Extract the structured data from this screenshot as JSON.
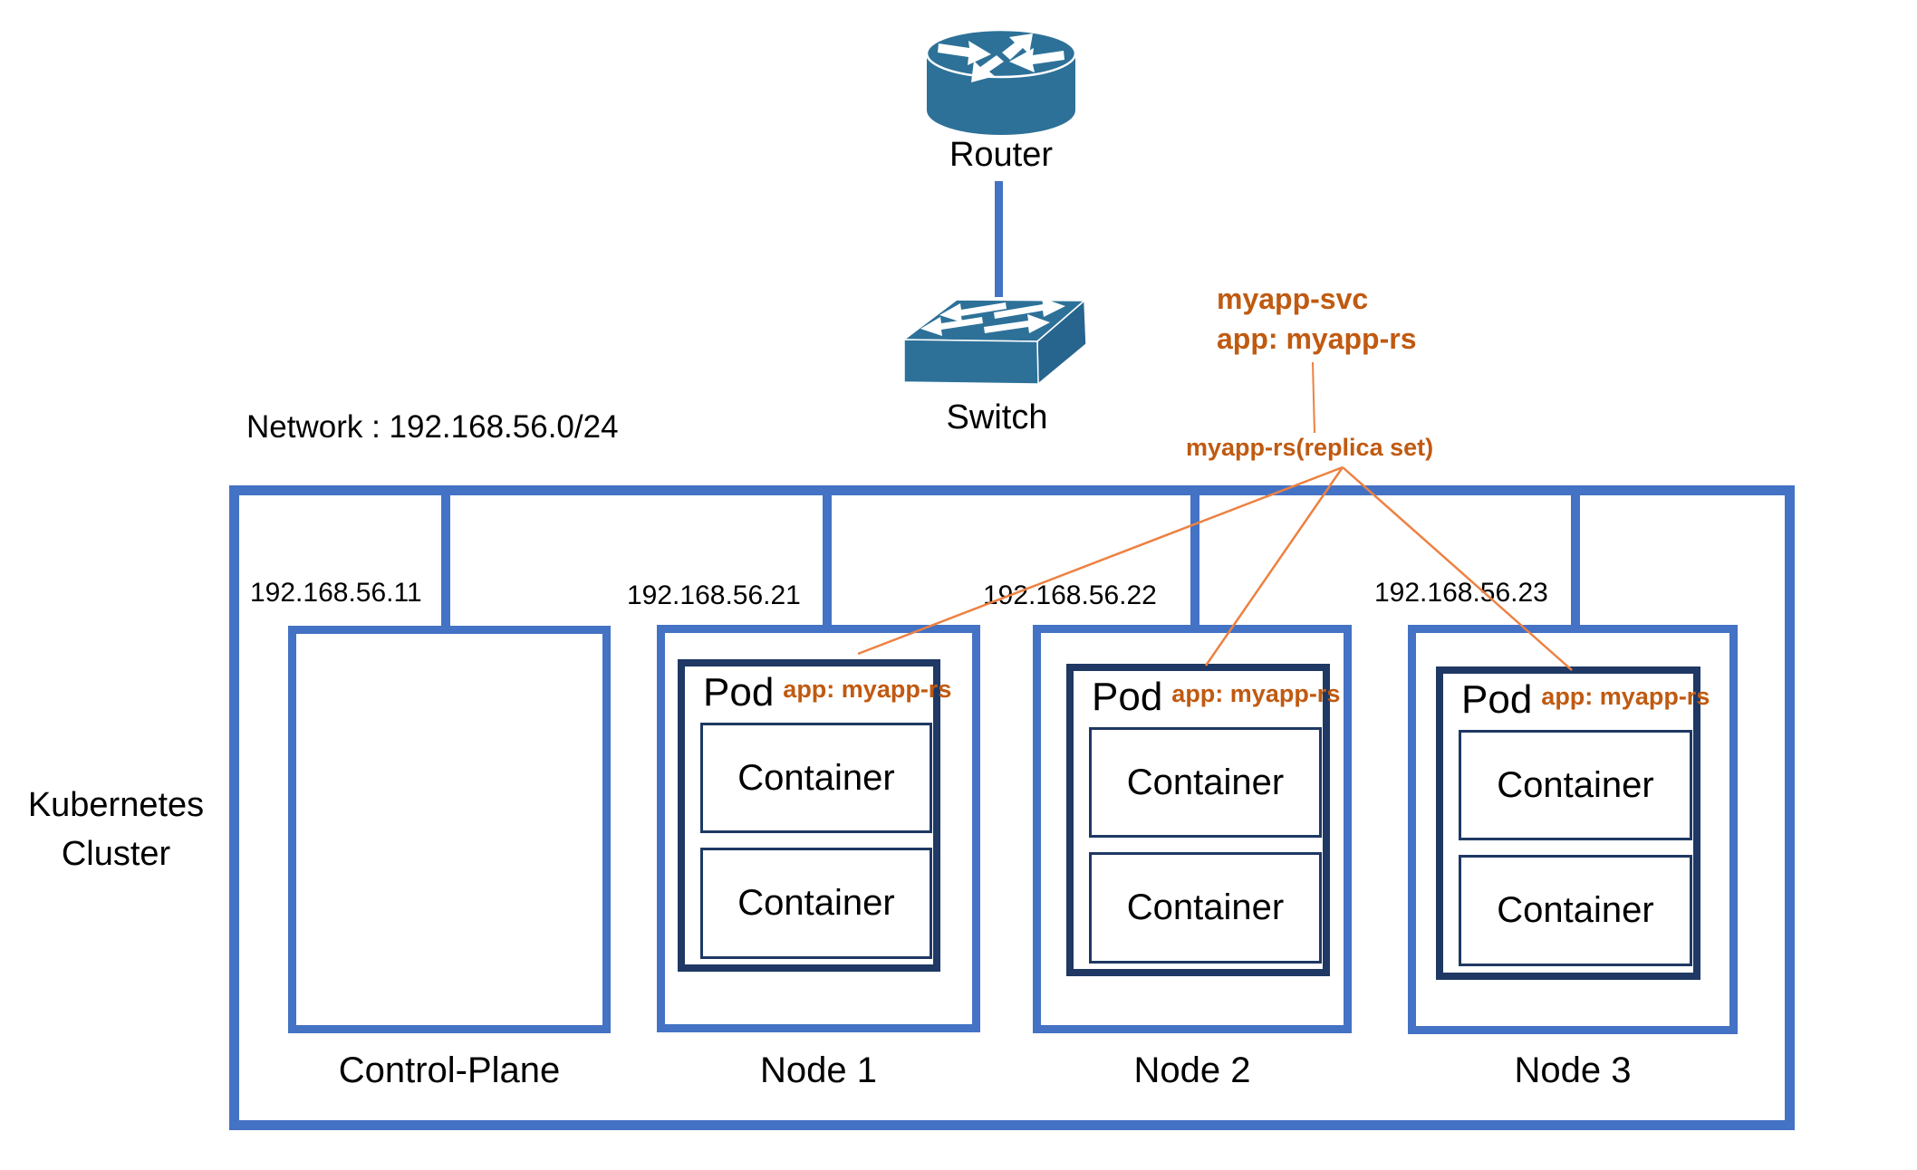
{
  "colors": {
    "frame_blue": "#4472C4",
    "pod_navy": "#1F3864",
    "orange_text": "#C05A11",
    "orange_line": "#ED8142",
    "device_fill": "#2D7198"
  },
  "network": {
    "label": "Network : 192.168.56.0/24"
  },
  "devices": {
    "router_label": "Router",
    "switch_label": "Switch"
  },
  "service": {
    "name": "myapp-svc",
    "selector": "app: myapp-rs",
    "replicaset": "myapp-rs(replica set)"
  },
  "cluster": {
    "label_line1": "Kubernetes",
    "label_line2": "Cluster",
    "nodes": [
      {
        "name": "Control-Plane",
        "ip": "192.168.56.11"
      },
      {
        "name": "Node 1",
        "ip": "192.168.56.21",
        "pod": {
          "label": "Pod",
          "app": "app: myapp-rs",
          "containers": [
            "Container",
            "Container"
          ]
        }
      },
      {
        "name": "Node 2",
        "ip": "192.168.56.22",
        "pod": {
          "label": "Pod",
          "app": "app: myapp-rs",
          "containers": [
            "Container",
            "Container"
          ]
        }
      },
      {
        "name": "Node 3",
        "ip": "192.168.56.23",
        "pod": {
          "label": "Pod",
          "app": "app: myapp-rs",
          "containers": [
            "Container",
            "Container"
          ]
        }
      }
    ]
  }
}
